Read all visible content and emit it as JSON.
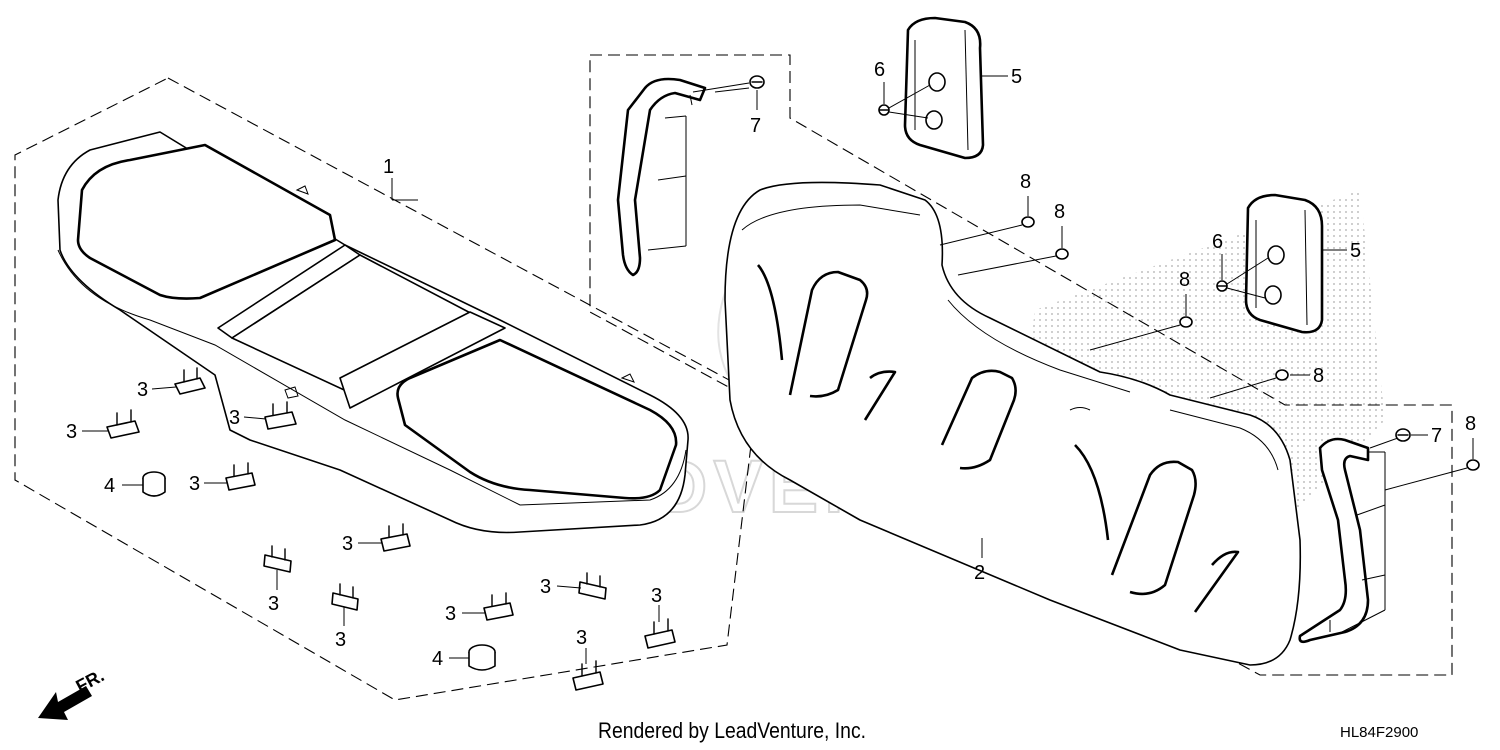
{
  "diagram": {
    "callouts": {
      "c1": "1",
      "c2": "2",
      "c3": "3",
      "c4": "4",
      "c5": "5",
      "c6": "6",
      "c7": "7",
      "c8": "8"
    },
    "direction_label": "FR.",
    "watermark": "LEADVENTURE",
    "credit": "Rendered by LeadVenture, Inc.",
    "diagram_code": "HL84F2900"
  }
}
